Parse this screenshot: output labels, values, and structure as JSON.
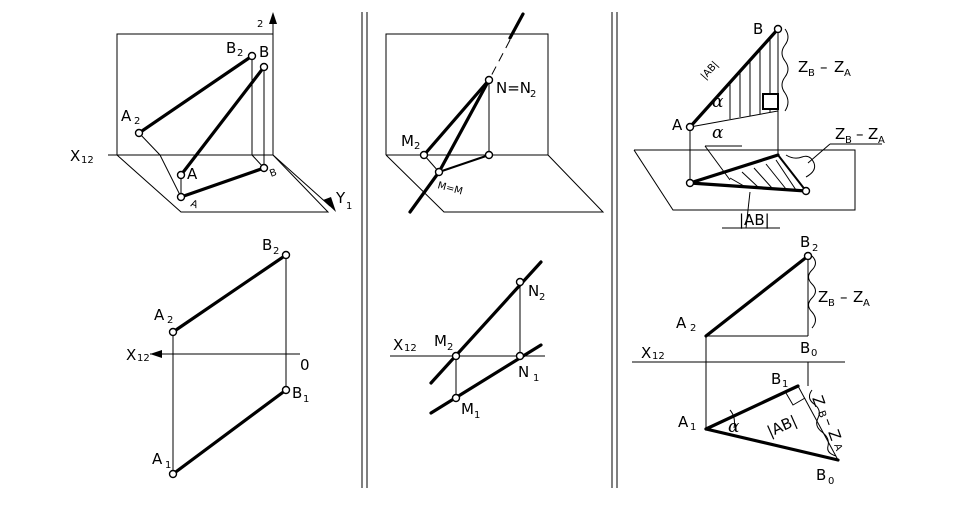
{
  "panel1": {
    "axis_z": "2",
    "axis_x": "X",
    "axis_x_sub": "12",
    "axis_y": "Y",
    "axis_y_sub": "1",
    "A2": "A",
    "A2_sub": "2",
    "B2": "B",
    "B2_sub": "2",
    "B": "B",
    "A": "A",
    "A1_mark": "A",
    "B1_mark": "B",
    "X12_plan": "X",
    "X12_plan_sub": "12",
    "O": "0",
    "plan_A2": "A",
    "plan_A2_sub": "2",
    "plan_B2": "B",
    "plan_B2_sub": "2",
    "plan_A1": "A",
    "plan_A1_sub": "1",
    "plan_B1": "B",
    "plan_B1_sub": "1"
  },
  "panel2": {
    "NN2": "N=N",
    "NN2_sub": "2",
    "M2": "M",
    "M2_sub": "2",
    "MM1": "M=M",
    "plan_M2": "M",
    "plan_M2_sub": "2",
    "plan_N2": "N",
    "plan_N2_sub": "2",
    "plan_M1": "M",
    "plan_M1_sub": "1",
    "plan_N1": "N",
    "plan_N1_sub": "1",
    "X12": "X",
    "X12_sub": "12"
  },
  "panel3": {
    "B": "B",
    "A": "A",
    "AB_len": "|AB|",
    "alpha": "α",
    "zb_za_top": "Z",
    "zb_sub": "B",
    "dash": "–",
    "za_z": "Z",
    "za_sub": "A",
    "alpha2": "α",
    "zb_za_mid": "Z",
    "AB_len2": "|AB|",
    "plan_B2": "B",
    "plan_B2_sub": "2",
    "plan_A2": "A",
    "plan_A2_sub": "2",
    "plan_B0": "B",
    "plan_B0_sub": "0",
    "X12": "X",
    "X12_sub": "12",
    "plan_B1": "B",
    "plan_B1_sub": "1",
    "plan_A1": "A",
    "plan_A1_sub": "1",
    "alpha3": "α",
    "AB_len3": "|AB|",
    "plan_B0b": "B",
    "plan_B0b_sub": "0"
  }
}
